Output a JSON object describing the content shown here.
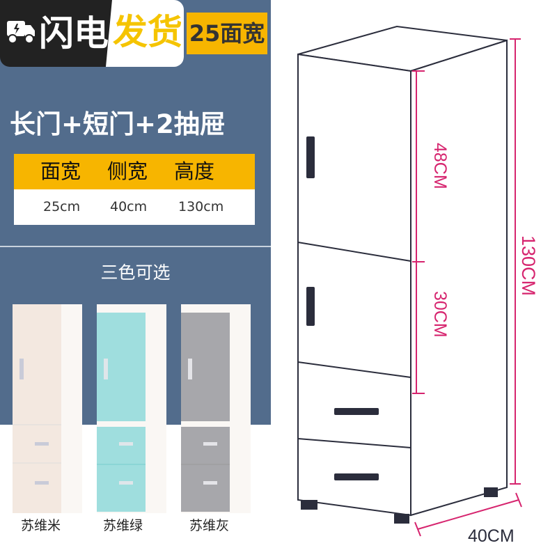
{
  "badge": {
    "icon": "truck-lightning-icon",
    "text_white": "闪电",
    "text_yellow": "发货"
  },
  "obscured_title": "25面宽",
  "headline": "长门+短门+2抽屉",
  "spec_table": {
    "headers": [
      "面宽",
      "侧宽",
      "高度"
    ],
    "values": [
      "25cm",
      "40cm",
      "130cm"
    ]
  },
  "colors_title": "三色可选",
  "variants": [
    {
      "label": "苏维米",
      "color": "#f3e8e0"
    },
    {
      "label": "苏维绿",
      "color": "#9fdede"
    },
    {
      "label": "苏维灰",
      "color": "#a7a7ab"
    }
  ],
  "dimensions": {
    "long_door": "48CM",
    "short_door": "30CM",
    "height": "130CM",
    "depth": "40CM"
  },
  "accent_colors": {
    "panel": "#526c8c",
    "yellow": "#f7b500",
    "dimension": "#d6246e"
  }
}
